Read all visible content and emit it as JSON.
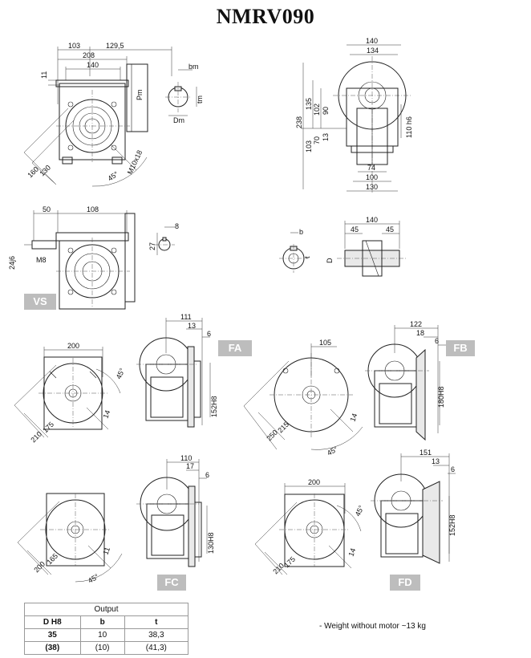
{
  "title": "NMRV090",
  "view_labels": {
    "vs": "VS",
    "fa": "FA",
    "fb": "FB",
    "fc": "FC",
    "fd": "FD"
  },
  "dims": {
    "d103": "103",
    "d1295": "129,5",
    "d208": "208",
    "d140a": "140",
    "d11": "11",
    "bm": "bm",
    "pm": "Pm",
    "dm": "Dm",
    "tm": "tm",
    "d130": "130",
    "d160": "160",
    "d45a": "45°",
    "m10": "M10x18",
    "r140": "140",
    "r134": "134",
    "r238": "238",
    "r135": "135",
    "r102": "102",
    "r90": "90",
    "r103": "103",
    "r70": "70",
    "r13": "13",
    "r110h6": "110 h6",
    "r74": "74",
    "r100": "100",
    "r130": "130",
    "v50": "50",
    "v108": "108",
    "v246": "24j6",
    "vm8": "M8",
    "v27": "27",
    "v8": "8",
    "s140": "140",
    "s45a": "45",
    "s45b": "45",
    "sb": "b",
    "st": "t",
    "sd": "D",
    "fa200": "200",
    "fa45": "45°",
    "fa175": "175",
    "fa210": "210",
    "fa14": "14",
    "fa111": "111",
    "fa13": "13",
    "fa6": "6",
    "fa152": "152H8",
    "fb105": "105",
    "fb215": "215",
    "fb250": "250",
    "fb14": "14",
    "fb45": "45°",
    "fb122": "122",
    "fb18": "18",
    "fb6": "6",
    "fb180": "180H8",
    "fc11": "11",
    "fc165": "165",
    "fc200": "200",
    "fc45": "45°",
    "fc110": "110",
    "fc17": "17",
    "fc6": "6",
    "fc130": "130H8",
    "fd200": "200",
    "fd45": "45°",
    "fd14": "14",
    "fd175": "175",
    "fd210": "210",
    "fd151": "151",
    "fd13": "13",
    "fd6": "6",
    "fd152": "152H8"
  },
  "output_table": {
    "caption": "Output",
    "headers": [
      "D H8",
      "b",
      "t"
    ],
    "rows": [
      [
        "35",
        "10",
        "38,3"
      ],
      [
        "(38)",
        "(10)",
        "(41,3)"
      ]
    ]
  },
  "note": "- Weight without motor ~13 kg"
}
